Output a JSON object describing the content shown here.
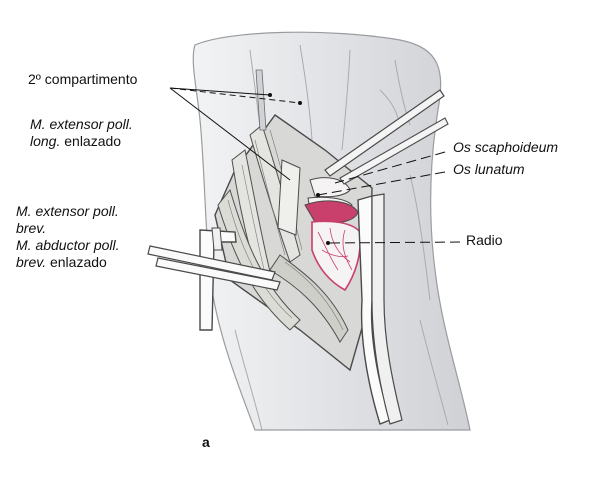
{
  "figure": {
    "panel_letter": "a",
    "labels": {
      "compartment": "2º compartimento",
      "epl_line1_it": "M. extensor poll.",
      "epl_line2_it": "long.",
      "epl_line2_rest": " enlazado",
      "epb_line1_it": "M. extensor poll.",
      "epb_line2_it": "brev.",
      "apb_line1_it": "M. abductor poll.",
      "apb_line2_it": "brev.",
      "apb_line2_rest": " enlazado",
      "scaphoid": "Os scaphoideum",
      "lunate": "Os lunatum",
      "radius": "Radio"
    },
    "colors": {
      "skin": "#e9eaec",
      "skin_shade": "#c7c9cd",
      "outline": "#4a4a4a",
      "tendon": "#dadbd6",
      "bone_red": "#c8406b",
      "bone_white": "#f6f3f4",
      "retractor": "#fbfbfb"
    }
  }
}
